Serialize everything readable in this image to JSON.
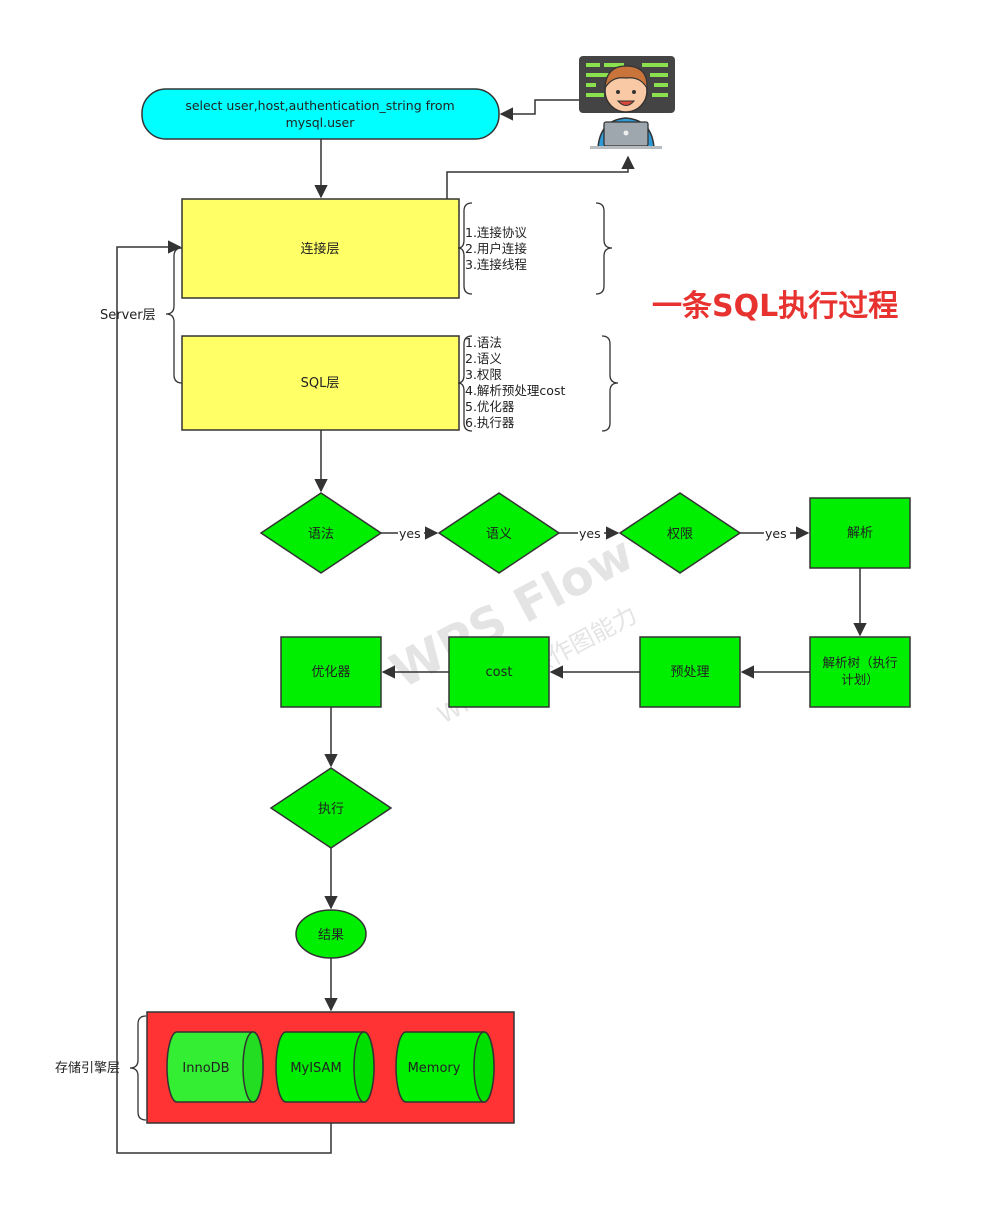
{
  "title": "一条SQL执行过程",
  "watermark": {
    "main": "WPS Flow",
    "sub": "WPS仅提供作图能力"
  },
  "query": {
    "line1": "select user,host,authentication_string from",
    "line2": "mysql.user"
  },
  "user_icon": "developer-at-laptop-icon",
  "connection_layer": {
    "label": "连接层",
    "notes": [
      "1.连接协议",
      "2.用户连接",
      "3.连接线程"
    ]
  },
  "sql_layer": {
    "label": "SQL层",
    "notes": [
      "1.语法",
      "2.语义",
      "3.权限",
      "4.解析预处理cost",
      "5.优化器",
      "6.执行器"
    ]
  },
  "server_label": "Server层",
  "flow": {
    "syntax": "语法",
    "semantics": "语义",
    "permission": "权限",
    "parse": "解析",
    "parse_tree": [
      "解析树（执行",
      "计划）"
    ],
    "preprocess": "预处理",
    "cost": "cost",
    "optimizer": "优化器",
    "execute": "执行",
    "result": "结果",
    "yes_labels": [
      "yes",
      "yes",
      "yes"
    ]
  },
  "storage": {
    "label": "存储引擎层",
    "engines": [
      "InnoDB",
      "MyISAM",
      "Memory"
    ]
  },
  "colors": {
    "query_fill": "#00ffff",
    "layer_fill": "#ffff66",
    "flow_fill": "#00ee00",
    "storage_fill": "#ff3333",
    "title": "#e8322f",
    "edge": "#333333"
  }
}
